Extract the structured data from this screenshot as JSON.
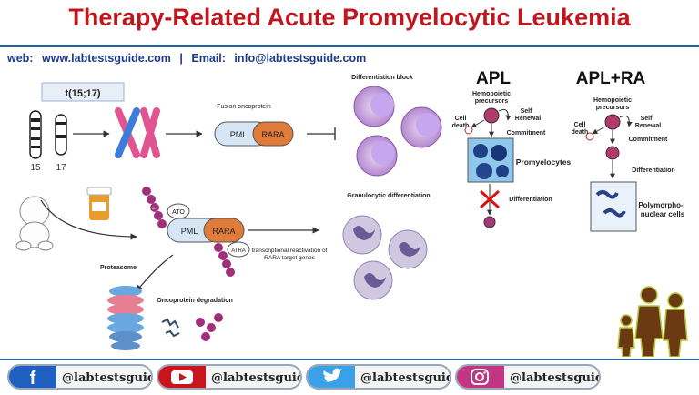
{
  "header": {
    "title": "Therapy-Related Acute Promyelocytic Leukemia",
    "web_label": "web:",
    "web_value": "www.labtestsguide.com",
    "separator": "|",
    "email_label": "Email:",
    "email_value": "info@labtestsguide.com"
  },
  "diagram": {
    "translocation": "t(15;17)",
    "chrom_15": "15",
    "chrom_17": "17",
    "fusion_oncoprotein": "Fusion oncoprotein",
    "pml": "PML",
    "rara": "RARA",
    "differentiation_block": "Differentiation block",
    "ato": "ATO",
    "atra": "ATRA",
    "ub": "Ub",
    "transcriptional_line1": "transcriptional reactivation of",
    "transcriptional_line2": "RARA target genes",
    "granulocytic": "Granulocytic differentiation",
    "proteasome": "Proteasome",
    "oncoprotein_degradation": "Oncoprotein degradation"
  },
  "apl": {
    "title": "APL",
    "hemopoietic_line1": "Hemopoietic",
    "hemopoietic_line2": "precursors",
    "self_renewal_line1": "Self",
    "self_renewal_line2": "Renewal",
    "cell_death_line1": "Cell",
    "cell_death_line2": "death",
    "commitment": "Commitment",
    "promyelocytes": "Promyelocytes",
    "differentiation": "Differentiation"
  },
  "apl_ra": {
    "title": "APL+RA",
    "hemopoietic_line1": "Hemopoietic",
    "hemopoietic_line2": "precursors",
    "self_renewal_line1": "Self",
    "self_renewal_line2": "Renewal",
    "cell_death_line1": "Cell",
    "cell_death_line2": "death",
    "commitment": "Commitment",
    "differentiation": "Differentiation",
    "polymorpho_line1": "Polymorpho-",
    "polymorpho_line2": "nuclear cells"
  },
  "footer": {
    "facebook": "@labtestsguide",
    "youtube": "@labtestsguide",
    "twitter": "@labtestsguide",
    "instagram": "@labtestsguide"
  },
  "colors": {
    "title": "#c0161e",
    "accent": "#2f5e8c",
    "link": "#1f3a8a",
    "rara": "#e07b39",
    "pml": "#d6e6f5",
    "ub": "#a0307a"
  }
}
